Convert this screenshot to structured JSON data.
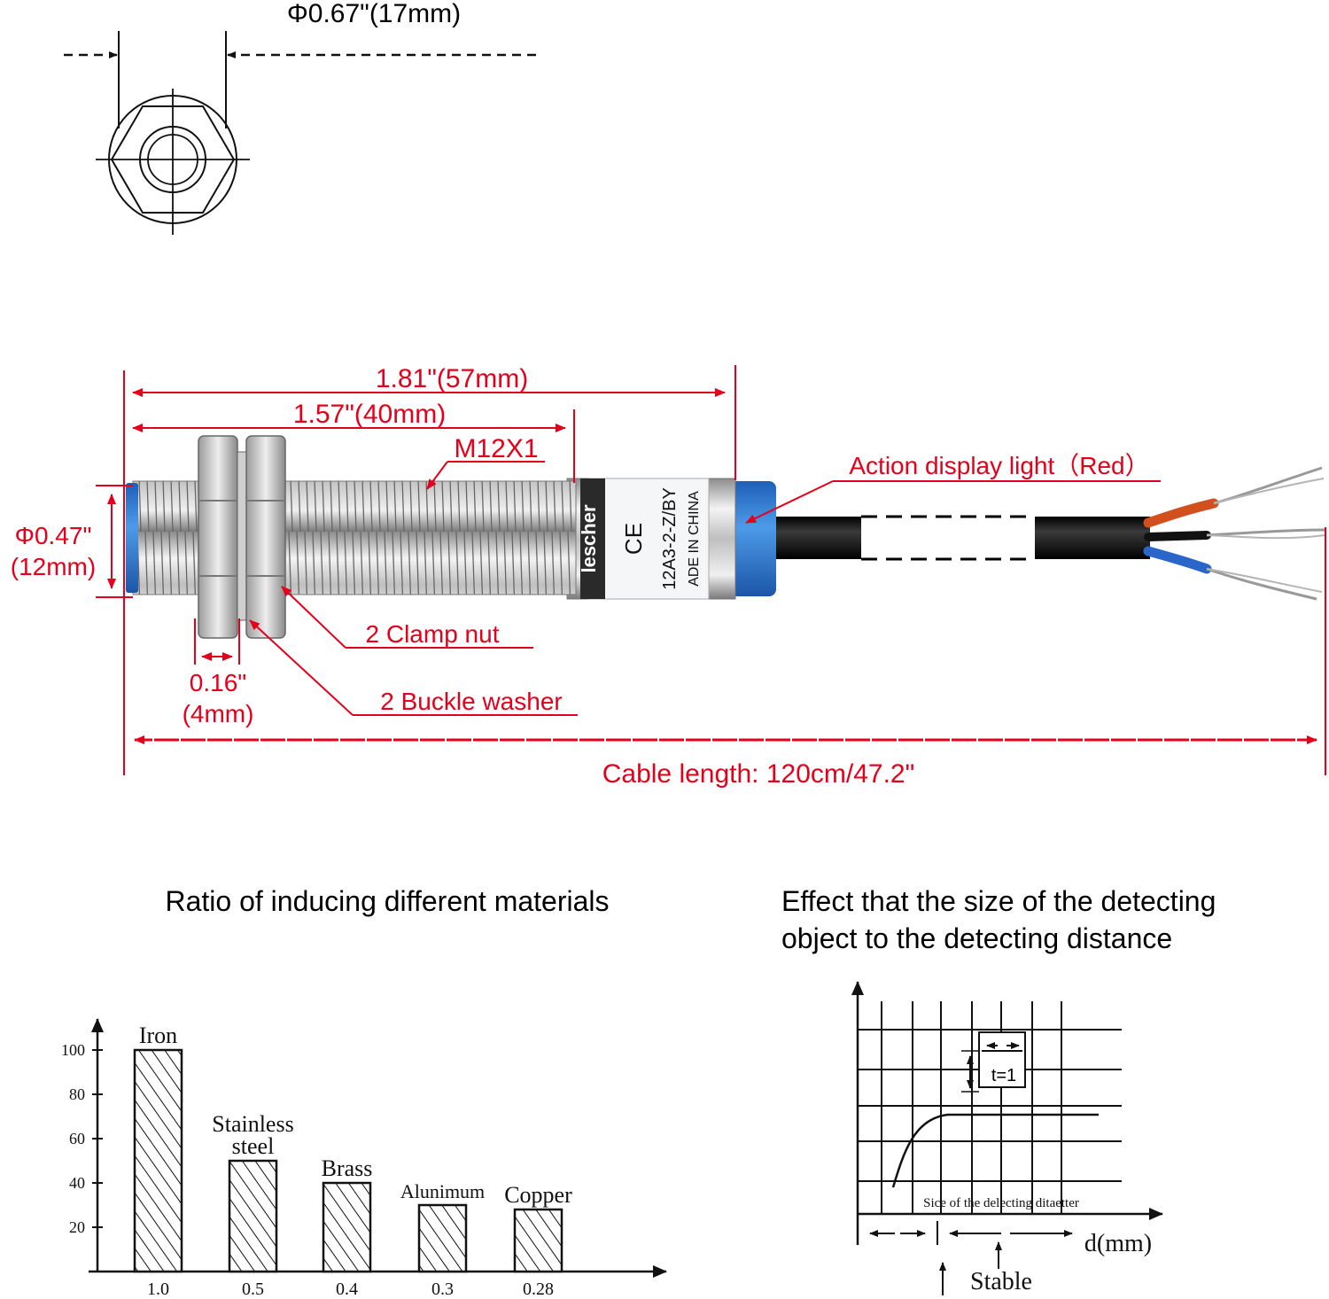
{
  "top_view": {
    "diameter_label": "Φ0.67\"(17mm)"
  },
  "side_view": {
    "total_length_label": "1.81\"(57mm)",
    "thread_length_label": "1.57\"(40mm)",
    "thread_spec_label": "M12X1",
    "diameter_label_line1": "Φ0.47\"",
    "diameter_label_line2": "(12mm)",
    "light_label": "Action display light（Red）",
    "clamp_nut_label": "2 Clamp nut",
    "washer_label": "2 Buckle washer",
    "washer_width_line1": "0.16\"",
    "washer_width_line2": "(4mm)",
    "cable_length_label": "Cable length: 120cm/47.2\"",
    "body_text": {
      "brand": "lescher",
      "ce": "CE",
      "model": "12A3-2-Z/BY",
      "origin": "ADE IN CHINA"
    }
  },
  "materials_chart": {
    "title": "Ratio of inducing different materials",
    "colors": {
      "bar_stroke": "#111111",
      "axis": "#111111"
    }
  },
  "chart_data": {
    "type": "bar",
    "title": "Ratio of inducing different materials",
    "categories": [
      "Iron",
      "Stainless steel",
      "Brass",
      "Alunimum",
      "Copper"
    ],
    "category_label_lines": [
      [
        "Iron"
      ],
      [
        "Stainless",
        "steel"
      ],
      [
        "Brass"
      ],
      [
        "Alunimum"
      ],
      [
        "Copper"
      ]
    ],
    "ratio_labels": [
      "1.0",
      "0.5",
      "0.4",
      "0.3",
      "0.28"
    ],
    "values": [
      100,
      50,
      40,
      30,
      28
    ],
    "yticks": [
      "20",
      "40",
      "60",
      "80",
      "100"
    ],
    "ylim": [
      0,
      110
    ],
    "grid": false
  },
  "distance_chart": {
    "title_line1": "Effect that the size of the detecting",
    "title_line2": "object to the detecting distance",
    "t_label": "t=1",
    "inner_label": "Sice of the delecting ditaetter",
    "x_axis_label": "d(mm)",
    "stable_label": "Stable"
  },
  "colors": {
    "dimension_red": "#e4001b",
    "sensor_blue": "#2f7fd8",
    "wire_orange": "#d2501e",
    "wire_blue": "#2a66c9"
  }
}
